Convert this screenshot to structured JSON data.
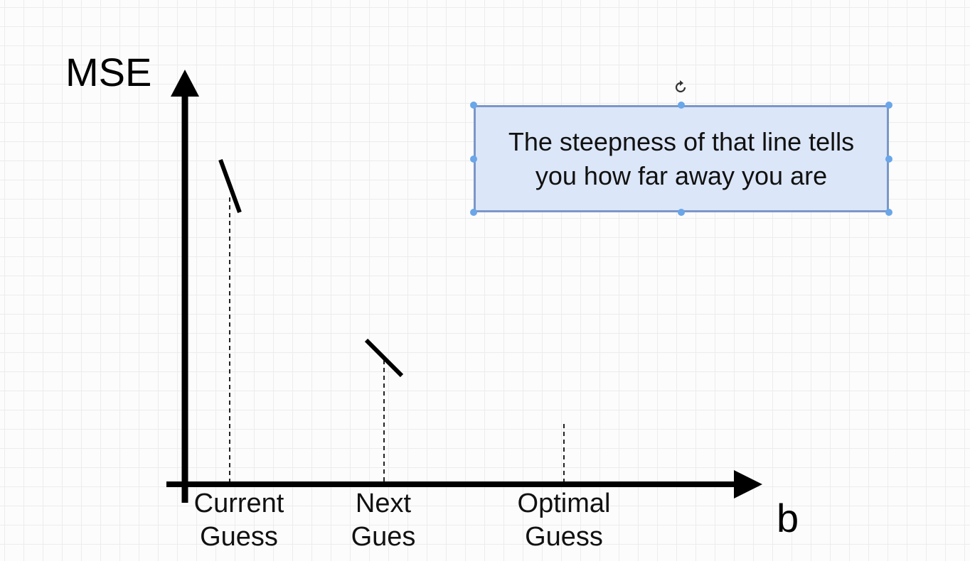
{
  "diagram": {
    "y_axis_label": "MSE",
    "x_axis_label": "b",
    "guesses": [
      {
        "line1": "Current",
        "line2": "Guess"
      },
      {
        "line1": "Next",
        "line2": "Gues"
      },
      {
        "line1": "Optimal",
        "line2": "Guess"
      }
    ],
    "note": {
      "line1": "The steepness of that line tells",
      "line2": "you how far away you are"
    }
  },
  "icons": {
    "rotate": "rotate-icon"
  },
  "colors": {
    "note_fill": "#dbe6f8",
    "note_border": "#7b97c8",
    "selection_handle": "#6aa6e8"
  }
}
